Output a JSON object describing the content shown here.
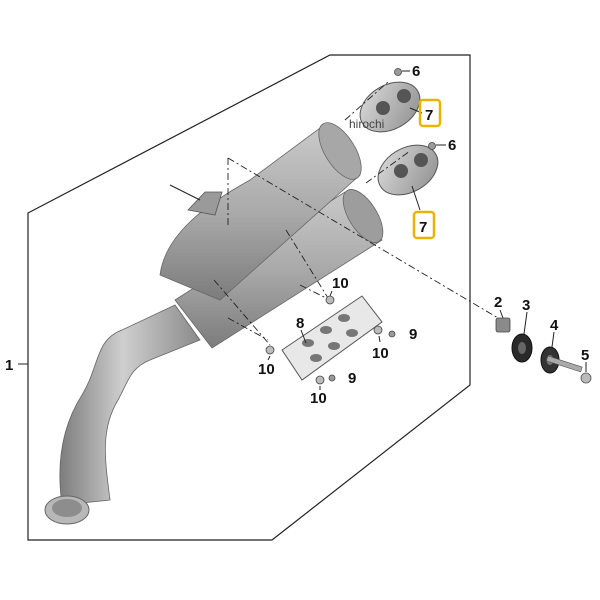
{
  "diagram": {
    "assembly_label": "1",
    "watermark": "hirochi",
    "highlight_color": "#e8b400",
    "parts": {
      "p2": "2",
      "p3": "3",
      "p4": "4",
      "p5": "5",
      "p6a": "6",
      "p6b": "6",
      "p7a": "7",
      "p7b": "7",
      "p8": "8",
      "p9a": "9",
      "p9b": "9",
      "p10a": "10",
      "p10b": "10",
      "p10c": "10",
      "p10d": "10"
    }
  }
}
